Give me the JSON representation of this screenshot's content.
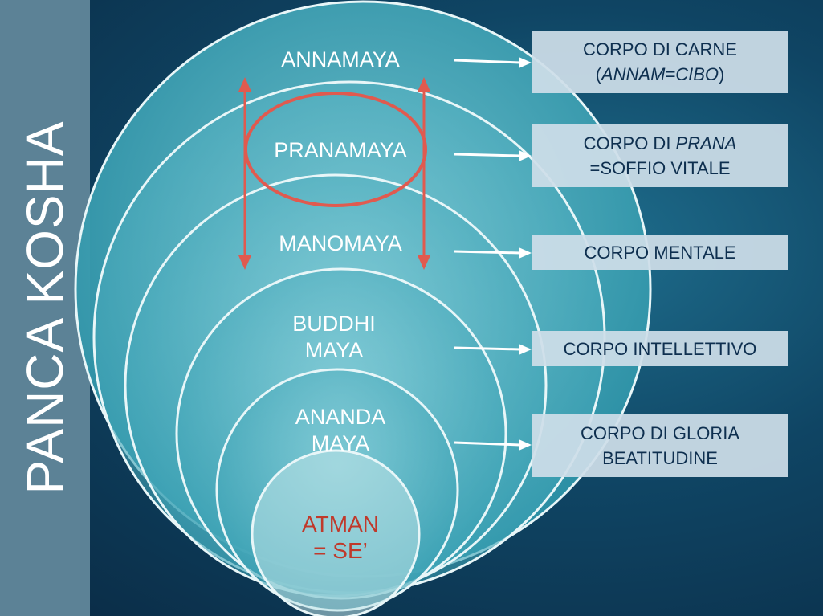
{
  "title": "PANCA  KOSHA",
  "layers": [
    {
      "label": "ANNAMAYA"
    },
    {
      "label": "PRANAMAYA"
    },
    {
      "label": "MANOMAYA"
    },
    {
      "label_line1": "BUDDHI",
      "label_line2": "MAYA"
    },
    {
      "label_line1": "ANANDA",
      "label_line2": "MAYA"
    },
    {
      "label_line1": "ATMAN",
      "label_line2": "= SE’"
    }
  ],
  "definitions": [
    {
      "line1": "CORPO DI CARNE",
      "line2_open": "(",
      "line2_em": "ANNAM=CIBO",
      "line2_close": ")"
    },
    {
      "line1_pre": "CORPO DI ",
      "line1_em": "PRANA",
      "line2": "=SOFFIO VITALE"
    },
    {
      "line1": "CORPO MENTALE"
    },
    {
      "line1": "CORPO INTELLETTIVO"
    },
    {
      "line1": "CORPO DI GLORIA",
      "line2": "BEATITUDINE"
    }
  ],
  "colors": {
    "background": "#0f4564",
    "sidebar": "#5c8296",
    "highlight_red": "#e05a4f",
    "core_text": "#c0392b",
    "box_text": "#0e2f4f"
  }
}
